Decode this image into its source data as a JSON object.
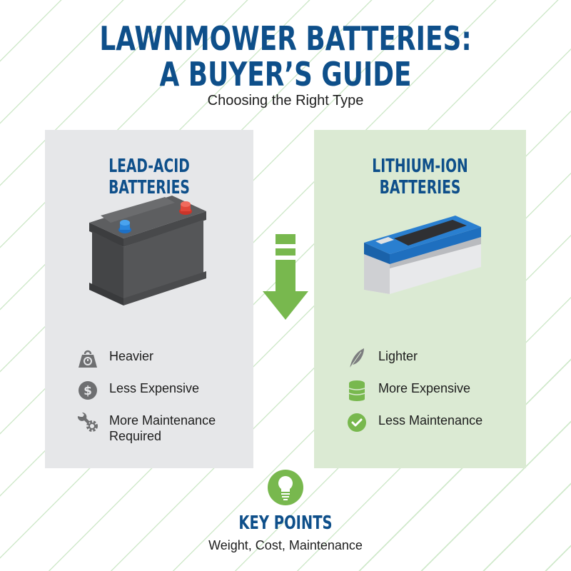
{
  "header": {
    "title_line1": "LAWNMOWER BATTERIES:",
    "title_line2": "A BUYER’S GUIDE",
    "subtitle": "Choosing the Right Type"
  },
  "colors": {
    "title_blue": "#0e4f8a",
    "accent_green": "#78b84e",
    "left_panel_bg": "#e6e7e9",
    "right_panel_bg": "#dbead3"
  },
  "left_panel": {
    "title": "LEAD-ACID BATTERIES",
    "image": "lead-acid-battery-illustration",
    "features": [
      {
        "icon": "weight-icon",
        "label": "Heavier"
      },
      {
        "icon": "dollar-icon",
        "label": "Less Expensive"
      },
      {
        "icon": "wrench-gear-icon",
        "label": "More Maintenance Required"
      }
    ]
  },
  "center": {
    "icon": "down-arrow-icon"
  },
  "right_panel": {
    "title": "LITHIUM-ION BATTERIES",
    "image": "lithium-ion-battery-illustration",
    "features": [
      {
        "icon": "feather-icon",
        "label": "Lighter"
      },
      {
        "icon": "coin-stack-icon",
        "label": "More Expensive"
      },
      {
        "icon": "check-circle-icon",
        "label": "Less Maintenance"
      }
    ]
  },
  "footer": {
    "icon": "lightbulb-icon",
    "title": "KEY POINTS",
    "subtitle": "Weight, Cost, Maintenance"
  }
}
